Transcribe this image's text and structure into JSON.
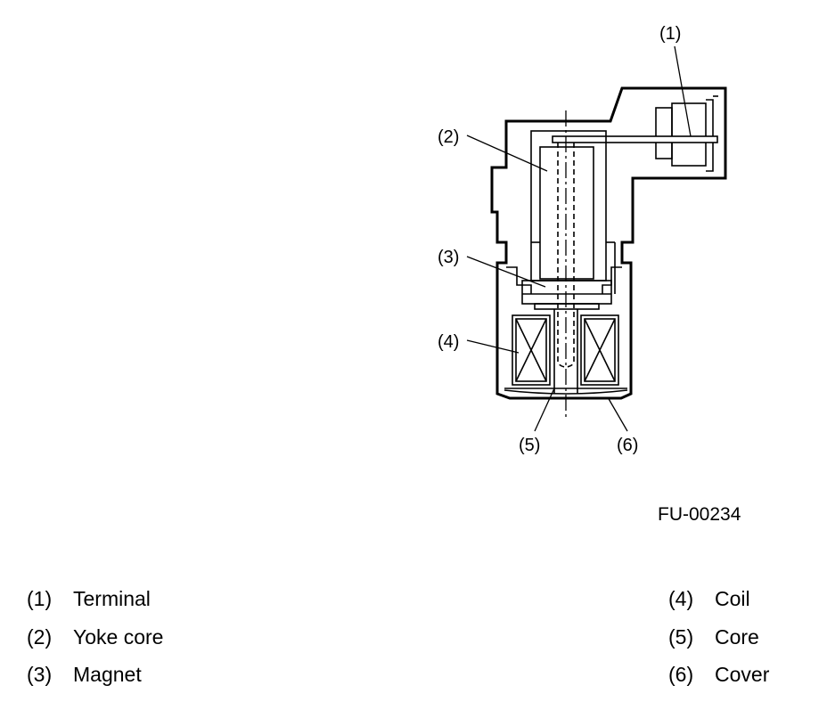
{
  "figure_code": "FU-00234",
  "callouts": [
    "(1)",
    "(2)",
    "(3)",
    "(4)",
    "(5)",
    "(6)"
  ],
  "legend": {
    "left": [
      {
        "num": "(1)",
        "label": "Terminal"
      },
      {
        "num": "(2)",
        "label": "Yoke core"
      },
      {
        "num": "(3)",
        "label": "Magnet"
      }
    ],
    "right": [
      {
        "num": "(4)",
        "label": "Coil"
      },
      {
        "num": "(5)",
        "label": "Core"
      },
      {
        "num": "(6)",
        "label": "Cover"
      }
    ]
  }
}
